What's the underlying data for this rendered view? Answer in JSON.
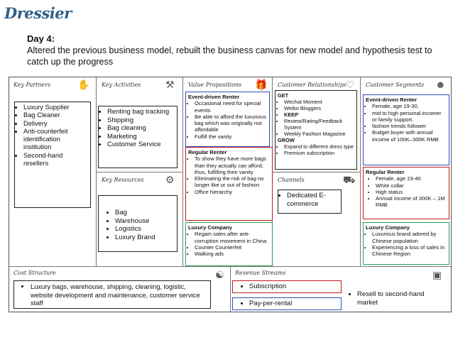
{
  "logo": "Dressier",
  "heading": "Day 4:",
  "description": "Altered the previous business model, rebuilt the business canvas for new model and hypothesis test to catch up the progress",
  "sections": {
    "key_partners": "Key Partners",
    "key_activities": "Key Activities",
    "value_propositions": "Value Propositions",
    "customer_relationships": "Customer Relationships",
    "customer_segments": "Customer Segments",
    "key_resources": "Key Resources",
    "channels": "Channels",
    "cost_structure": "Cost Structure",
    "revenue_streams": "Revenue Streams"
  },
  "key_partners": [
    "Luxury Supplier",
    "Bag Cleaner",
    "Delivery",
    "Anti-counterfeit identification institution",
    "Second-hand resellers"
  ],
  "key_activities": [
    "Renting bag tracking",
    "Shipping",
    "Bag cleaning",
    "Marketing",
    "Customer Service"
  ],
  "key_resources": [
    "Bag",
    "Warehouse",
    "Logistics",
    "Luxury Brand"
  ],
  "value_props": {
    "event": {
      "title": "Event-driven Renter",
      "items": [
        "Occasional need for special events",
        "Be able to afford the luxurious bag which was originally not affordable",
        "Fulfill the vanity"
      ]
    },
    "regular": {
      "title": "Regular Renter",
      "items": [
        "To show they have more bags than they actually can afford, thus, fulfilling their vanity",
        "Eliminating the risk of bag no longer like or out of fashion",
        "Office hierarchy"
      ]
    },
    "luxury": {
      "title": "Luxury Company",
      "items": [
        "Regain sales after anti-corruption movement in China",
        "Counter Counterfeit",
        "Walking ads"
      ]
    }
  },
  "relationships": {
    "get_title": "GET",
    "get_items": [
      "Wechat Moment",
      "Weibo Bloggers"
    ],
    "keep_title": "KEEP",
    "keep_items": [
      "Review/Rating/Feedback System",
      "Weekly Fashion Magazine"
    ],
    "grow_title": "GROW",
    "grow_items": [
      "Expand to different dress type",
      "Premium subscription"
    ]
  },
  "channels_items": [
    "Dedicated E-commerce"
  ],
  "segments": {
    "event": {
      "title": "Event-driven Renter",
      "items": [
        "Female, age 19-30,",
        "mid to high personal incomer or family support.",
        "fashion trends follower",
        "Budget buyer with annual income of 100K–300K RMB"
      ]
    },
    "regular": {
      "title": "Regular Renter",
      "items": [
        "Female, age 23-40",
        "White collar",
        "High status",
        "Annual income of 300K – 1M RMB"
      ]
    },
    "luxury": {
      "title": "Luxury Company",
      "items": [
        "Luxurious brand adored by Chinese population",
        "Experiencing a loss of sales in Chinese Region"
      ]
    }
  },
  "cost_items": [
    "Luxury bags, warehouse, shipping, cleaning, logistic, website development and maintenance, customer service staff"
  ],
  "revenue": {
    "subscription": "Subscription",
    "pay_per_rental": "Pay-per-rental",
    "resell": "Resell to second-hand market"
  },
  "icons": {
    "partners": "handshake-icon",
    "activities": "worker-icon",
    "value": "gift-icon",
    "relationships": "heart-icon",
    "segments": "person-icon",
    "resources": "factory-icon",
    "channels": "truck-icon",
    "cost": "price-tag-icon",
    "revenue": "cash-register-icon"
  },
  "colors": {
    "event": "#2a4dc4",
    "regular": "#c41a1a",
    "luxury": "#27a05a",
    "logo": "#2f5f86"
  }
}
